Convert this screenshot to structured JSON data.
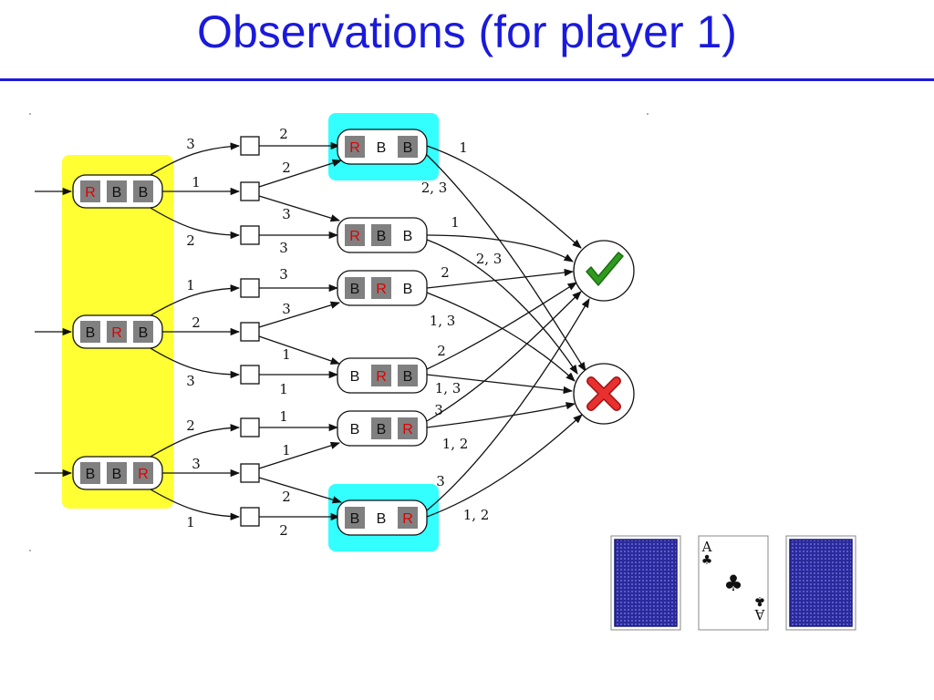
{
  "title": "Observations (for player 1)",
  "colors": {
    "title": "#1a1adb",
    "info_set_yellow": "#ffff33",
    "info_set_cyan": "#33ffff",
    "red_letter": "#e00000",
    "gray_cell": "#808080",
    "check": "#2e9b1e",
    "cross": "#e02020",
    "card_back": "#2a2a9a"
  },
  "deals": {
    "d1": [
      "R",
      "B",
      "B"
    ],
    "d2": [
      "B",
      "R",
      "B"
    ],
    "d3": [
      "B",
      "B",
      "R"
    ]
  },
  "observations": {
    "o1": [
      "R",
      "B",
      "B"
    ],
    "o2": [
      "R",
      "B",
      "B"
    ],
    "o3": [
      "B",
      "R",
      "B"
    ],
    "o4": [
      "B",
      "R",
      "B"
    ],
    "o5": [
      "B",
      "B",
      "R"
    ],
    "o6": [
      "B",
      "B",
      "R"
    ]
  },
  "edge_labels": {
    "d1_c1": "3",
    "d1_c2": "1",
    "d1_c3": "2",
    "d2_c4": "1",
    "d2_c5": "2",
    "d2_c6": "3",
    "d3_c7": "2",
    "d3_c8": "3",
    "d3_c9": "1",
    "c1_o1": "2",
    "c2_o1": "2",
    "c2_o2": "3",
    "c3_o2": "3",
    "c4_o3": "3",
    "c5_o3": "3",
    "c5_o4": "1",
    "c6_o4": "1",
    "c7_o5": "1",
    "c8_o5": "1",
    "c8_o6": "2",
    "c9_o6": "2",
    "o1_a": "1",
    "o1_b": "2, 3",
    "o2_a": "1",
    "o2_b": "2, 3",
    "o3_a": "2",
    "o3_b": "1, 3",
    "o4_a": "2",
    "o4_b": "1, 3",
    "o5_a": "3",
    "o5_b": "1, 2",
    "o6_a": "3",
    "o6_b": "1, 2"
  },
  "outcomes": {
    "success": "check-icon",
    "failure": "cross-icon"
  },
  "cards": {
    "middle_rank": "A",
    "middle_suit": "♣"
  }
}
